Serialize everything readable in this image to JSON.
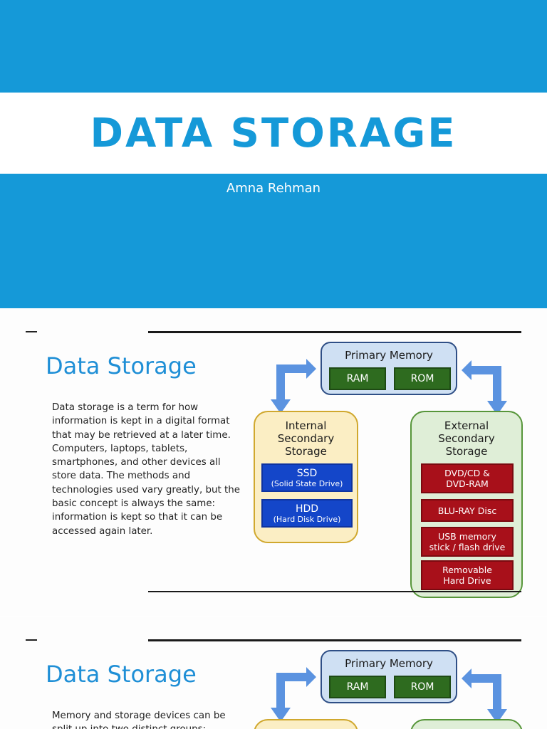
{
  "cover": {
    "title": "DATA STORAGE",
    "author": "Amna Rehman",
    "colors": {
      "band": "#1599d8",
      "title": "#1599d8"
    }
  },
  "slides": [
    {
      "title": "Data Storage",
      "body": "Data storage is a term for how information is kept in a digital format that may be retrieved at a later time. Computers, laptops, tablets, smartphones, and other devices all store data. The methods and technologies used vary greatly, but the basic concept is always the same: information is kept so that it can be accessed again later.",
      "diagram": {
        "primary": {
          "title": "Primary Memory",
          "items": [
            "RAM",
            "ROM"
          ]
        },
        "internal": {
          "title_lines": [
            "Internal",
            "Secondary",
            "Storage"
          ],
          "items": [
            {
              "main": "SSD",
              "sub": "(Solid State Drive)"
            },
            {
              "main": "HDD",
              "sub": "(Hard Disk Drive)"
            }
          ]
        },
        "external": {
          "title_lines": [
            "External",
            "Secondary",
            "Storage"
          ],
          "items": [
            {
              "line1": "DVD/CD &",
              "line2": "DVD-RAM"
            },
            {
              "line1": "BLU-RAY Disc",
              "line2": ""
            },
            {
              "line1": "USB memory",
              "line2": "stick / flash drive"
            },
            {
              "line1": "Removable",
              "line2": "Hard Drive"
            }
          ]
        }
      }
    },
    {
      "title": "Data Storage",
      "body": "Memory and storage devices can be split up into two distinct groups:",
      "diagram": {
        "primary": {
          "title": "Primary Memory",
          "items": [
            "RAM",
            "ROM"
          ]
        }
      }
    }
  ]
}
